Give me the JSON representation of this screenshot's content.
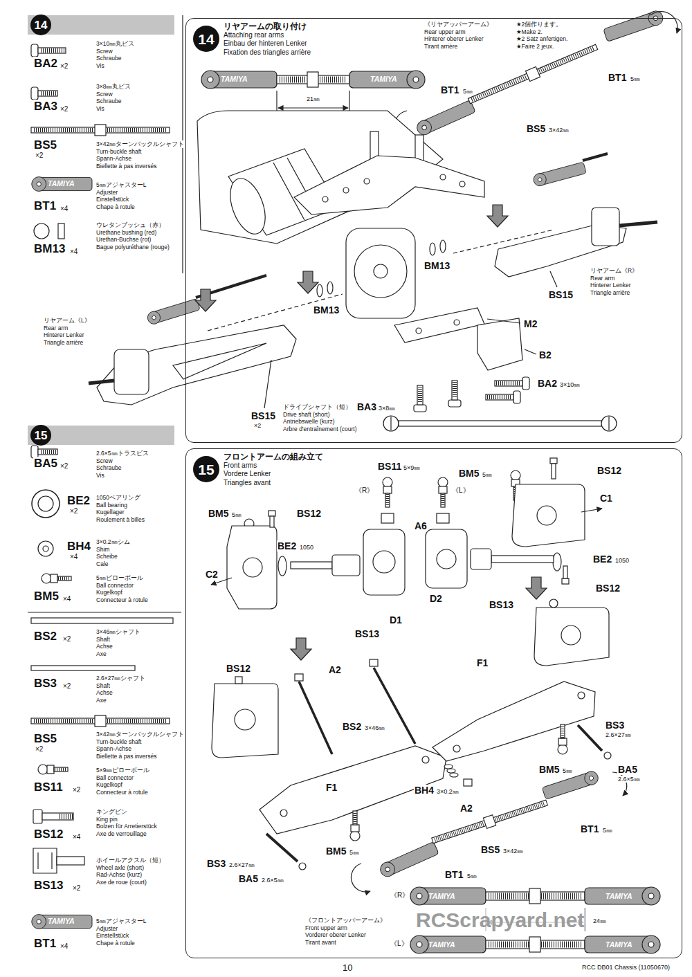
{
  "diagram": {
    "nodes": [
      {
        "text": [
          "14"
        ]
      },
      {
        "text": [
          "リヤアームの取り付け",
          "Attaching rear arms",
          "Einbau der hinteren Lenker",
          "Fixation des triangles arrière"
        ]
      },
      {
        "text": [
          "14"
        ],
        "in": 1
      },
      {
        "text": [
          "15"
        ]
      },
      {
        "text": [
          "フロントアームの組み立て",
          "Front arms",
          "Vordere Lenker",
          "Triangles avant"
        ]
      },
      {
        "text": [
          "15"
        ],
        "in": 4
      }
    ],
    "labels": [
      "BA2",
      "×2",
      "3×10㎜丸ビス",
      "Screw",
      "Schraube",
      "Vis",
      "BA3",
      "×2",
      "3×8㎜丸ビス",
      "Screw",
      "Schraube",
      "Vis",
      "BS5",
      "×2",
      "3×42㎜ターンバックルシャフト",
      "Turn-buckle shaft",
      "Spann-Achse",
      "Biellette à pas inversés",
      "TAMIYA",
      "BT1",
      "×4",
      "5㎜アジャスターL",
      "Adjuster",
      "Einstellstück",
      "Chape à rotule",
      "BM13",
      "×4",
      "ウレタンブッシュ（赤）",
      "Urethane bushing (red)",
      "Urethan-Buchse (rot)",
      "Bague polyuréthane (rouge)",
      "《リヤアッパーアーム》",
      "Rear upper arm",
      "Hinterer oberer Lenker",
      "Tirant arrière",
      "★2個作ります。",
      "★Make 2.",
      "★2 Satz anfertigen.",
      "★Faire 2 jeux.",
      "TAMIYA",
      "TAMIYA",
      "21㎜",
      "BT1",
      "5㎜",
      "BS5",
      "3×42㎜",
      "BT1",
      "5㎜",
      "BM13",
      "BM13",
      "リヤアーム《R》",
      "Rear arm",
      "Hinterer Lenker",
      "Triangle arrière",
      "BS15",
      "M2",
      "リヤアーム《L》",
      "Rear arm",
      "Hinterer Lenker",
      "Triangle arrière",
      "B2",
      "BA2",
      "3×10㎜",
      "BA3",
      "3×8㎜",
      "BS15",
      "×2",
      "ドライブシャフト（短）",
      "Drive shaft (short)",
      "Antriebswelle (kurz)",
      "Arbre d'entraînement (court)",
      "BA5",
      "×2",
      "2.6×5㎜トラスビス",
      "Screw",
      "Schraube",
      "Vis",
      "BE2",
      "×2",
      "1050ベアリング",
      "Ball bearing",
      "Kugellager",
      "Roulement à billes",
      "BH4",
      "×4",
      "3×0.2㎜シム",
      "Shim",
      "Scheibe",
      "Cale",
      "BM5",
      "×4",
      "5㎜ピローボール",
      "Ball connector",
      "Kugelkopf",
      "Connecteur à rotule",
      "BS2",
      "×2",
      "3×46㎜シャフト",
      "Shaft",
      "Achse",
      "Axe",
      "BS3",
      "×2",
      "2.6×27㎜シャフト",
      "Shaft",
      "Achse",
      "Axe",
      "BS5",
      "×2",
      "3×42㎜ターンバックルシャフト",
      "Turn-buckle shaft",
      "Spann-Achse",
      "Biellette à pas inversés",
      "BS11",
      "×2",
      "5×9㎜ピローボール",
      "Ball connector",
      "Kugelkopf",
      "Connecteur à rotule",
      "BS12",
      "×4",
      "キングピン",
      "King pin",
      "Bolzen für Arretierstück",
      "Axe de verrouillage",
      "BS13",
      "×2",
      "ホイールアクスル（短）",
      "Wheel axle (short)",
      "Rad-Achse (kurz)",
      "Axe de roue (court)",
      "TAMIYA",
      "BT1",
      "×4",
      "5㎜アジャスターL",
      "Adjuster",
      "Einstellstück",
      "Chape à rotule",
      "BS11",
      "5×9㎜",
      "《R》",
      "《L》",
      "BM5",
      "5㎜",
      "BS12",
      "C1",
      "BM5",
      "5㎜",
      "BS12",
      "A6",
      "BE2",
      "1050",
      "BE2",
      "1050",
      "C2",
      "BS12",
      "D2",
      "BS13",
      "D1",
      "BS13",
      "BS12",
      "A2",
      "F1",
      "BS2",
      "3×46㎜",
      "BS3",
      "2.6×27㎜",
      "BM5",
      "5㎜",
      "BA5",
      "2.6×5㎜",
      "F1",
      "BH4",
      "3×0.2㎜",
      "A2",
      "BT1",
      "5㎜",
      "BS5",
      "3×42㎜",
      "BM5",
      "5㎜",
      "BS3",
      "2.6×27㎜",
      "BA5",
      "2.6×5㎜",
      "BT1",
      "5㎜",
      "《フロントアッパーアーム》",
      "Front upper arm",
      "Vorderer oberer Lenker",
      "Tirant avant",
      "《R》",
      "《L》",
      "TAMIYA",
      "TAMIYA",
      "TAMIYA",
      "TAMIYA",
      "24㎜",
      "RCScrapyard.net",
      "10",
      "RCC DB01 Chassis (11050670)"
    ]
  }
}
